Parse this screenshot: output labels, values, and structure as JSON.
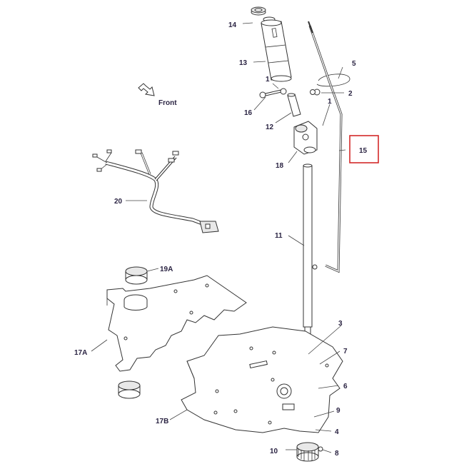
{
  "direction_label": "Front",
  "colors": {
    "label_text": "#2a2342",
    "line": "#333333",
    "highlight_box": "#d42a2a",
    "background": "#ffffff"
  },
  "callouts": {
    "c1a": "1",
    "c1b": "1",
    "c2": "2",
    "c3": "3",
    "c4": "4",
    "c5": "5",
    "c6": "6",
    "c7": "7",
    "c8": "8",
    "c9": "9",
    "c10": "10",
    "c11": "11",
    "c12": "12",
    "c13": "13",
    "c14": "14",
    "c15": "15",
    "c16": "16",
    "c17a": "17A",
    "c17b": "17B",
    "c18": "18",
    "c19a": "19A",
    "c20": "20"
  },
  "highlighted_callout": "15"
}
